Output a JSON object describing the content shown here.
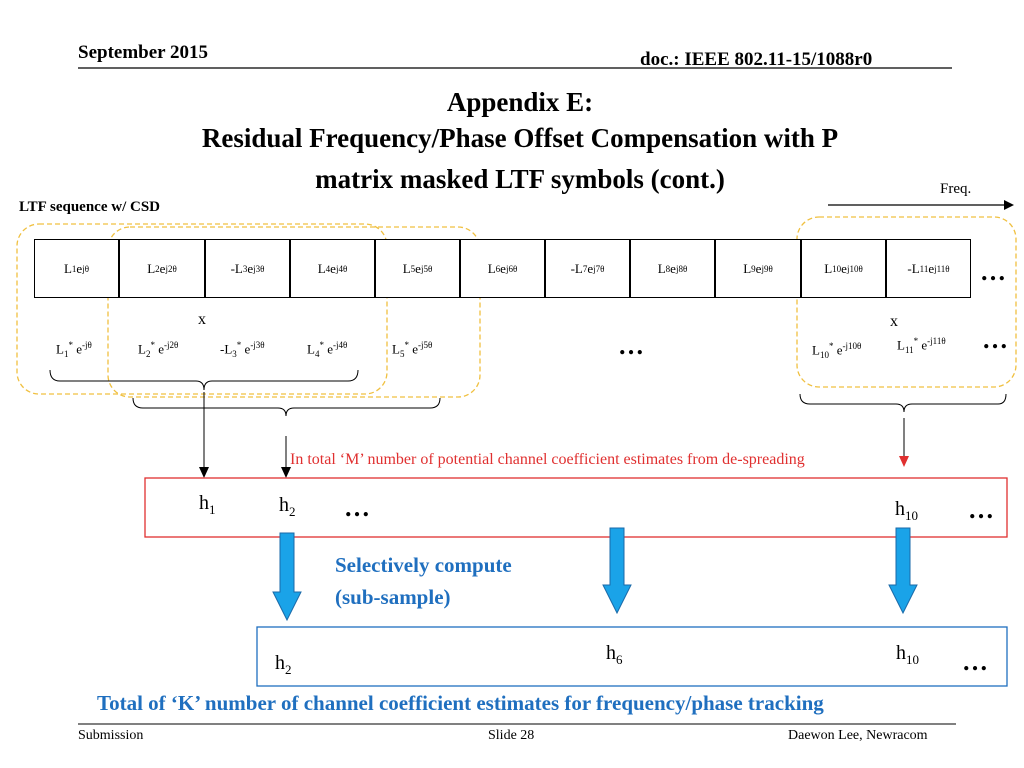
{
  "header": {
    "date": "September 2015",
    "doc": "doc.: IEEE 802.11-15/1088r0"
  },
  "title": {
    "line1": "Appendix E:",
    "line2": "Residual Frequency/Phase Offset Compensation with P",
    "line3": "matrix masked LTF symbols (cont.)"
  },
  "diagram": {
    "freq_label": "Freq.",
    "ltf_label": "LTF sequence w/ CSD",
    "ltf_cells": [
      {
        "pre": "L",
        "sub": "1",
        "post": " e",
        "sup": "jθ"
      },
      {
        "pre": "L",
        "sub": "2",
        "post": " e",
        "sup": "j2θ"
      },
      {
        "pre": "-L",
        "sub": "3",
        "post": " e",
        "sup": "j3θ"
      },
      {
        "pre": "L",
        "sub": "4",
        "post": " e",
        "sup": "j4θ"
      },
      {
        "pre": "L",
        "sub": "5",
        "post": " e",
        "sup": "j5θ"
      },
      {
        "pre": "L",
        "sub": "6",
        "post": " e",
        "sup": "j6θ"
      },
      {
        "pre": "-L",
        "sub": "7",
        "post": " e",
        "sup": "j7θ"
      },
      {
        "pre": "L",
        "sub": "8",
        "post": " e",
        "sup": "j8θ"
      },
      {
        "pre": "L",
        "sub": "9",
        "post": " e",
        "sup": "j9θ"
      },
      {
        "pre": "L",
        "sub": "10",
        "post": " e",
        "sup": "j10θ"
      },
      {
        "pre": "-L",
        "sub": "11",
        "post": " e",
        "sup": "j11θ"
      }
    ],
    "times_left": "x",
    "times_right": "x",
    "conj_terms": [
      {
        "pre": "L",
        "sub": "1",
        "sup1": "*",
        "post": " e",
        "sup": "-jθ"
      },
      {
        "pre": "L",
        "sub": "2",
        "sup1": "*",
        "post": " e",
        "sup": "-j2θ"
      },
      {
        "pre": "-L",
        "sub": "3",
        "sup1": "*",
        "post": " e",
        "sup": "-j3θ"
      },
      {
        "pre": "L",
        "sub": "4",
        "sup1": "*",
        "post": " e",
        "sup": "-j4θ"
      },
      {
        "pre": "L",
        "sub": "5",
        "sup1": "*",
        "post": " e",
        "sup": "-j5θ"
      },
      {
        "pre": "L",
        "sub": "10",
        "sup1": "*",
        "post": " e",
        "sup": "-j10θ"
      },
      {
        "pre": "L",
        "sub": "11",
        "sup1": "*",
        "post": " e",
        "sup": "-j11θ"
      }
    ],
    "ellipsis": "…",
    "m_text": "In total ‘M’ number of potential channel coefficient estimates from de-spreading",
    "m_estimates": [
      {
        "base": "h",
        "sub": "1"
      },
      {
        "base": "h",
        "sub": "2"
      },
      {
        "base": "h",
        "sub": "10"
      }
    ],
    "selective_line1": "Selectively compute",
    "selective_line2": "(sub-sample)",
    "k_estimates": [
      {
        "base": "h",
        "sub": "2"
      },
      {
        "base": "h",
        "sub": "6"
      },
      {
        "base": "h",
        "sub": "10"
      }
    ],
    "k_text": "Total of ‘K’ number of channel coefficient estimates for frequency/phase tracking",
    "colors": {
      "red": "#e03030",
      "blue": "#1f6fbf",
      "arrow_fill": "#1aa3e8",
      "dashed": "#f0c040"
    }
  },
  "footer": {
    "left": "Submission",
    "center": "Slide 28",
    "right": "Daewon Lee, Newracom"
  }
}
